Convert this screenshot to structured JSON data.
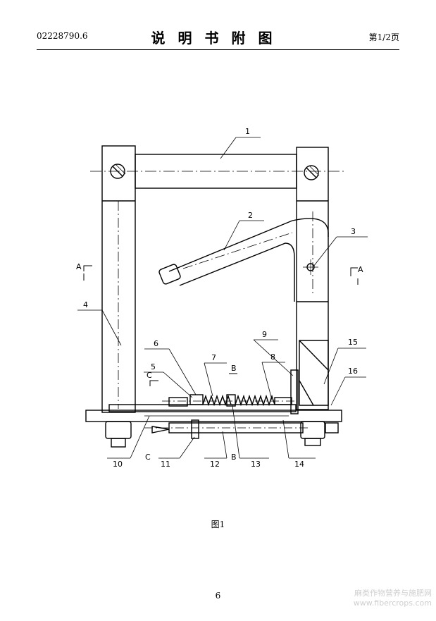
{
  "header": {
    "application_number": "02228790.6",
    "title": "说明书附图",
    "page_info": "第1/2页"
  },
  "figure": {
    "caption": "图1",
    "callouts": [
      "1",
      "2",
      "3",
      "4",
      "5",
      "6",
      "7",
      "8",
      "9",
      "10",
      "11",
      "12",
      "13",
      "14",
      "15",
      "16"
    ],
    "section_marks": {
      "A": "A",
      "B": "B",
      "C": "C"
    }
  },
  "footer": {
    "page_number": "6"
  },
  "watermark": {
    "line1": "麻类作物营养与施肥网",
    "line2": "www.fibercrops.com"
  }
}
